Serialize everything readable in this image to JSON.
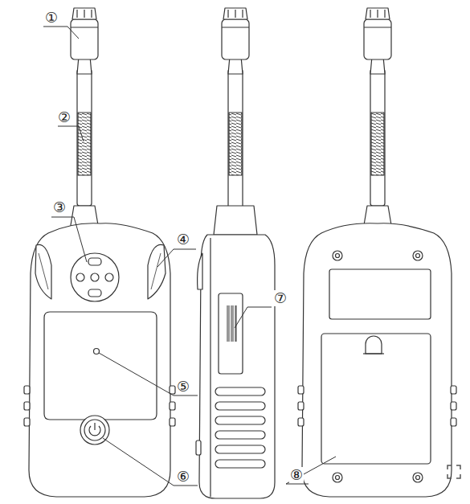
{
  "diagram": {
    "labels": [
      "①",
      "②",
      "③",
      "④",
      "⑤",
      "⑥",
      "⑦",
      "⑧"
    ]
  }
}
